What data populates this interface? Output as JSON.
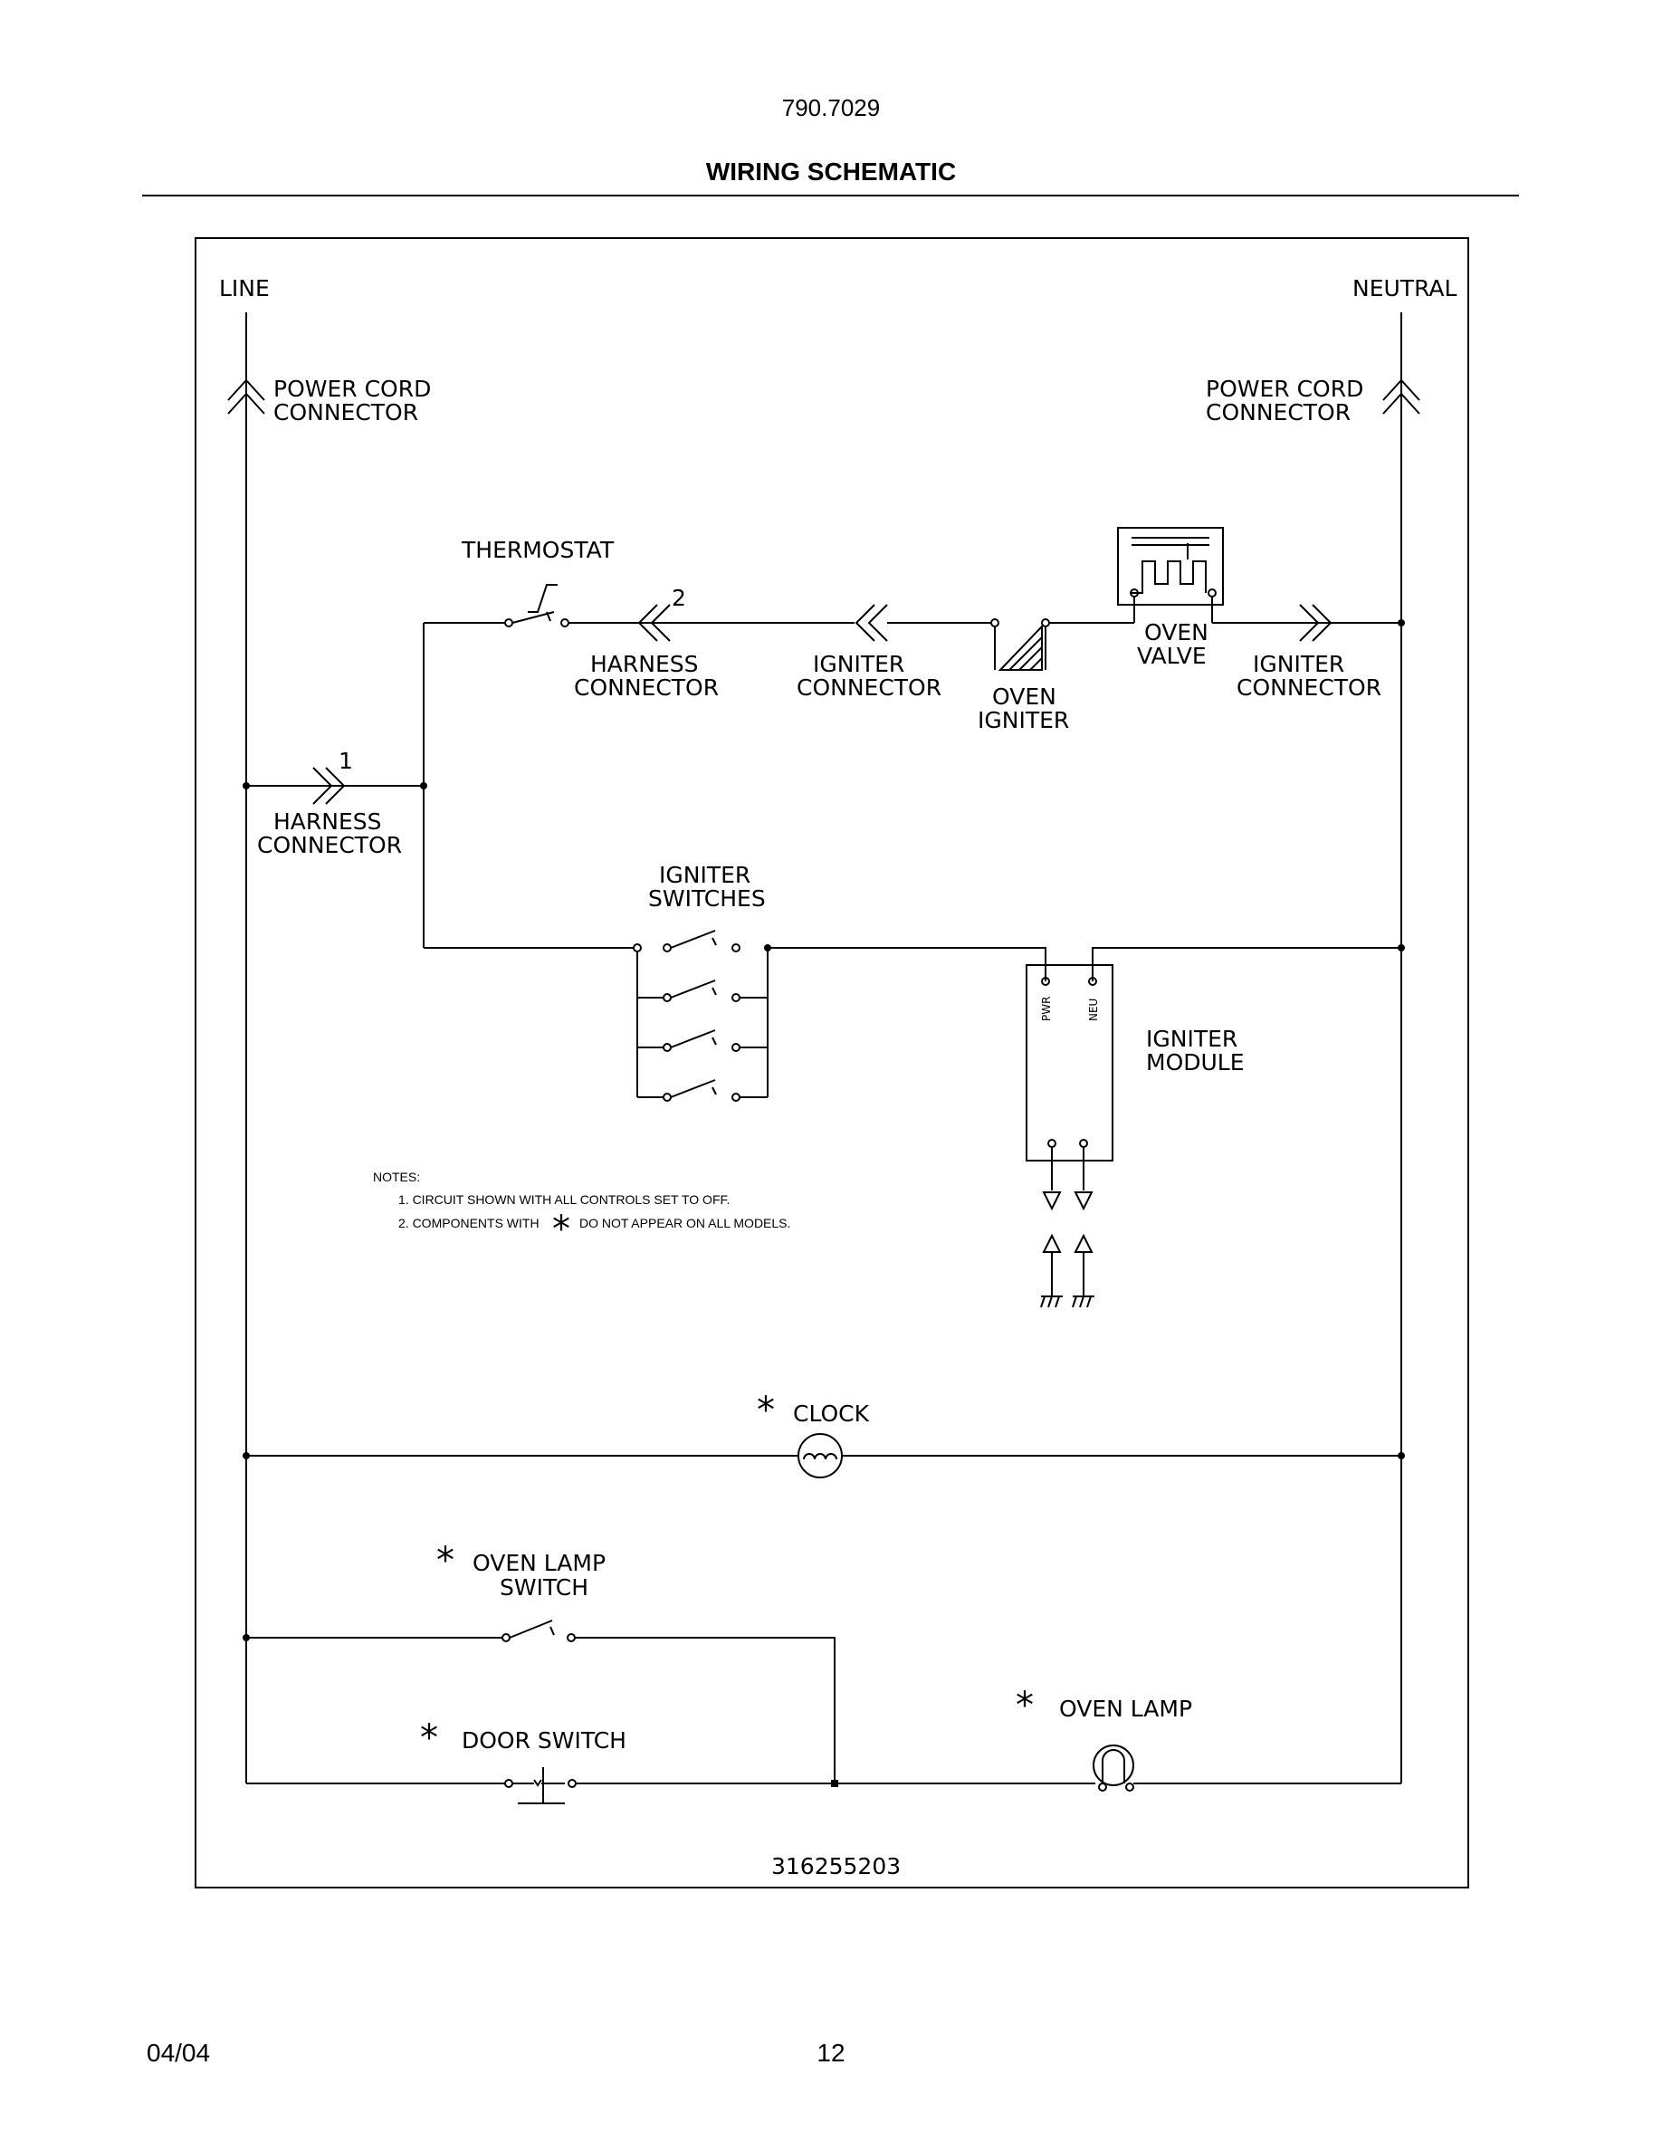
{
  "header": {
    "doc_number": "790.7029",
    "title": "WIRING SCHEMATIC"
  },
  "schematic": {
    "line_label": "LINE",
    "neutral_label": "NEUTRAL",
    "power_cord_left": [
      "POWER CORD",
      "CONNECTOR"
    ],
    "power_cord_right": [
      "POWER CORD",
      "CONNECTOR"
    ],
    "thermostat": "THERMOSTAT",
    "harness_connector_top": [
      "HARNESS",
      "CONNECTOR"
    ],
    "harness_connector_top_num": "2",
    "igniter_connector_left": [
      "IGNITER",
      "CONNECTOR"
    ],
    "oven_igniter": [
      "OVEN",
      "IGNITER"
    ],
    "oven_valve": [
      "OVEN",
      "VALVE"
    ],
    "igniter_connector_right": [
      "IGNITER",
      "CONNECTOR"
    ],
    "harness_connector_left": [
      "HARNESS",
      "CONNECTOR"
    ],
    "harness_connector_left_num": "1",
    "igniter_switches": [
      "IGNITER",
      "SWITCHES"
    ],
    "igniter_module": [
      "IGNITER",
      "MODULE"
    ],
    "module_pwr": "PWR",
    "module_neu": "NEU",
    "notes": {
      "heading": "NOTES:",
      "items": [
        "1.  CIRCUIT SHOWN WITH ALL CONTROLS SET TO OFF.",
        "2.  COMPONENTS WITH",
        "DO NOT APPEAR ON ALL MODELS."
      ]
    },
    "asterisk": "*",
    "clock": "CLOCK",
    "oven_lamp_switch": [
      "OVEN LAMP",
      "SWITCH"
    ],
    "door_switch": "DOOR SWITCH",
    "oven_lamp": "OVEN LAMP",
    "part_number": "316255203"
  },
  "footer": {
    "date": "04/04",
    "page": "12"
  }
}
